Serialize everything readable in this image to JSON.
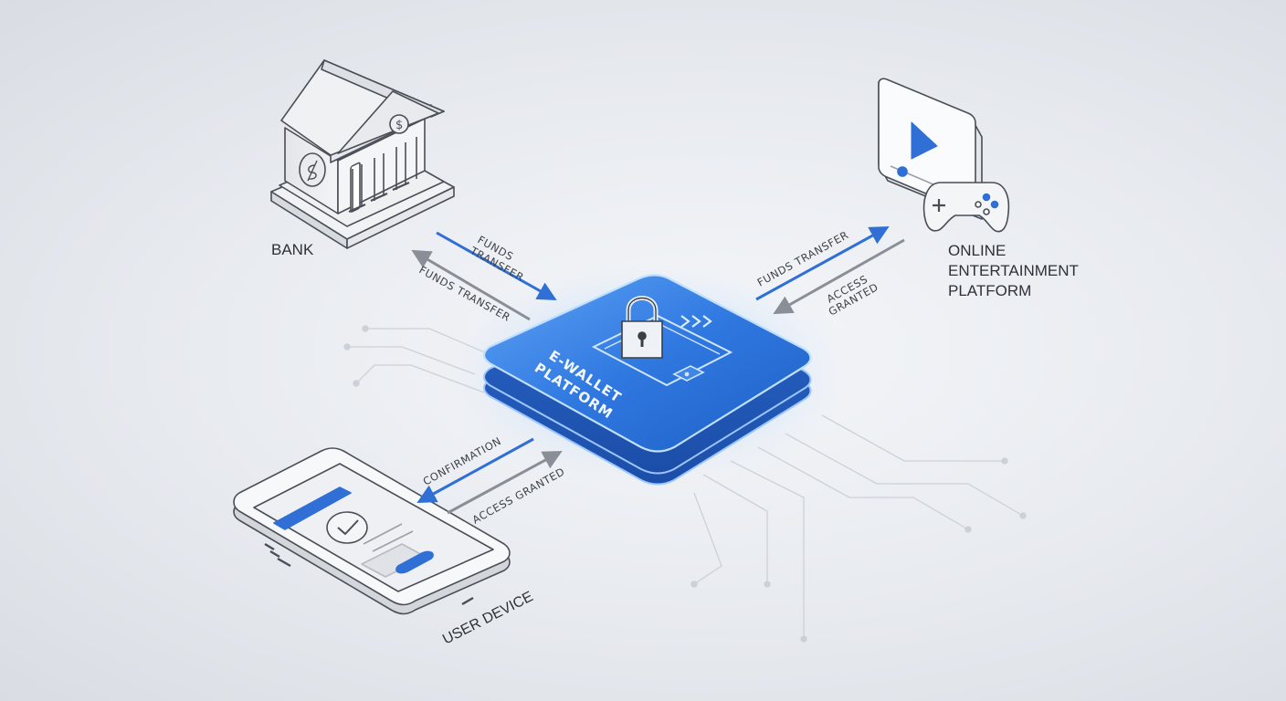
{
  "nodes": {
    "bank": {
      "label": "BANK"
    },
    "entertainment": {
      "label_lines": [
        "ONLINE",
        "ENTERTAINMENT",
        "PLATFORM"
      ]
    },
    "user_device": {
      "label": "USER DEVICE"
    },
    "wallet": {
      "label_lines": [
        "E-WALLET",
        "PLATFORM"
      ]
    }
  },
  "flows": {
    "bank_to_wallet": "FUNDS TRANSFER",
    "wallet_to_bank": "FUNDS TRANSFER",
    "wallet_to_entertainment": "FUNDS TRANSFER",
    "entertainment_to_wallet": "ACCESS GRANTED",
    "wallet_to_device": "CONFIRMATION",
    "device_to_wallet": "ACCESS GRANTED"
  },
  "colors": {
    "accent_blue": "#2f6fd6",
    "platform_blue": "#2f78e0",
    "arrow_gray": "#8a8f97",
    "line_gray": "#4a4f57"
  }
}
